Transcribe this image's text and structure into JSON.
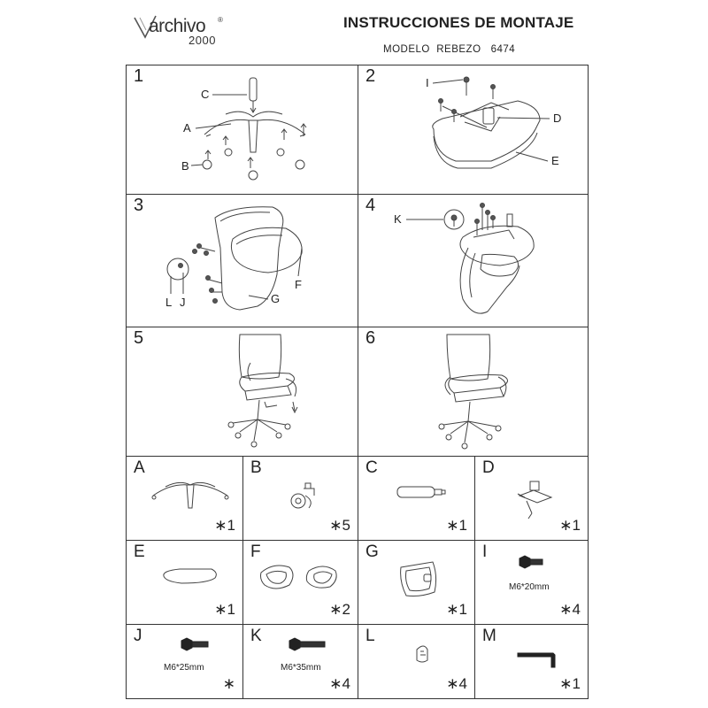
{
  "brand": {
    "name": "archivo",
    "sub": "2000",
    "reg": "®"
  },
  "header": {
    "title": "INSTRUCCIONES DE MONTAJE",
    "model": "MODELO  REBEZO   6474"
  },
  "steps": [
    {
      "number": "1",
      "labels": {
        "C": "C",
        "A": "A",
        "B": "B"
      }
    },
    {
      "number": "2",
      "labels": {
        "I": "I",
        "D": "D",
        "E": "E"
      }
    },
    {
      "number": "3",
      "labels": {
        "F": "F",
        "G": "G",
        "L": "L",
        "J": "J"
      }
    },
    {
      "number": "4",
      "labels": {
        "K": "K"
      }
    },
    {
      "number": "5"
    },
    {
      "number": "6"
    }
  ],
  "parts": [
    {
      "letter": "A",
      "qty": "∗1"
    },
    {
      "letter": "B",
      "qty": "∗5"
    },
    {
      "letter": "C",
      "qty": "∗1"
    },
    {
      "letter": "D",
      "qty": "∗1"
    },
    {
      "letter": "E",
      "qty": "∗1"
    },
    {
      "letter": "F",
      "qty": "∗2"
    },
    {
      "letter": "G",
      "qty": "∗1"
    },
    {
      "letter": "I",
      "qty": "∗4",
      "spec": "M6*20mm"
    },
    {
      "letter": "J",
      "qty": "∗",
      "spec": "M6*25mm"
    },
    {
      "letter": "K",
      "qty": "∗4",
      "spec": "M6*35mm"
    },
    {
      "letter": "L",
      "qty": "∗4"
    },
    {
      "letter": "M",
      "qty": "∗1"
    }
  ]
}
